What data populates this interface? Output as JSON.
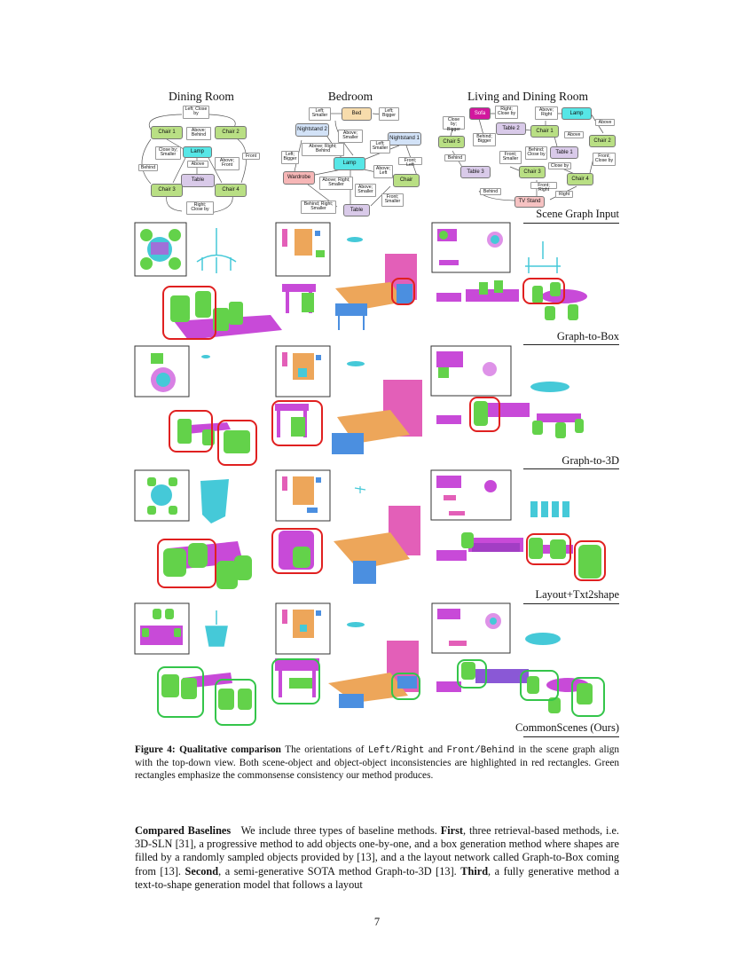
{
  "scene_graphs": {
    "dining": {
      "title": "Dining Room",
      "nodes": {
        "chair1": "Chair 1",
        "chair2": "Chair 2",
        "lamp": "Lamp",
        "table": "Table",
        "chair3": "Chair 3",
        "chair4": "Chair 4"
      },
      "edges": {
        "left_close": "Left; Close by",
        "above_behind": "Above; Behind",
        "close_smaller": "Close by; Smaller",
        "above": "Above",
        "above_front": "Above; Front",
        "front": "Front",
        "behind": "Behind",
        "right_close": "Right; Close by"
      }
    },
    "bedroom": {
      "title": "Bedroom",
      "nodes": {
        "bed": "Bed",
        "nightstand2": "Nightstand 2",
        "nightstand1": "Nightstand 1",
        "lamp": "Lamp",
        "wardrobe": "Wardrobe",
        "chair": "Chair",
        "table": "Table"
      },
      "edges": {
        "left_smaller": "Left; Smaller",
        "left_bigger_top": "Left; Bigger",
        "above_smaller": "Above; Smaller",
        "left_smaller2": "Left; Smaller",
        "above_right_behind": "Above; Right; Behind",
        "left_bigger": "Left; Bigger",
        "front_left": "Front; Left",
        "above_left": "Above; Left",
        "above_right_smaller": "Above; Right; Smaller",
        "above_smaller2": "Above; Smaller",
        "behind_right_smaller": "Behind; Right; Smaller",
        "front_smaller": "Front; Smaller"
      }
    },
    "living": {
      "title": "Living and Dining Room",
      "nodes": {
        "sofa": "Sofa",
        "lamp": "Lamp",
        "table2": "Table 2",
        "chair1": "Chair 1",
        "chair5": "Chair 5",
        "chair2": "Chair 2",
        "table1": "Table 1",
        "table3": "Table 3",
        "chair3": "Chair 3",
        "chair4": "Chair 4",
        "tvstand": "TV Stand"
      },
      "edges": {
        "right_close": "Right; Close by",
        "above_right": "Above; Right",
        "above1": "Above",
        "close_bigger": "Close by; Bigger",
        "behind_bigger": "Behind; Bigger",
        "above2": "Above",
        "behind": "Behind",
        "front_smaller": "Front; Smaller",
        "behind_close": "Behind; Close by",
        "front_close": "Front; Close by",
        "close_by": "Close by",
        "behind2": "Behind",
        "front_right": "Front; Right",
        "right": "Right"
      }
    }
  },
  "row_labels": {
    "scene_graph_input": "Scene Graph Input",
    "graph_to_box": "Graph-to-Box",
    "graph_to_3d": "Graph-to-3D",
    "layout_txt2shape": "Layout+Txt2shape",
    "commonscenes": "CommonScenes (Ours)"
  },
  "caption": {
    "label": "Figure 4:",
    "title": "Qualitative comparison",
    "t1": "The orientations of",
    "code1": "Left/Right",
    "t2": "and",
    "code2": "Front/Behind",
    "t3": "in the scene graph align with the top-down view. Both scene-object and object-object inconsistencies are highlighted in red rectangles. Green rectangles emphasize the commonsense consistency our method produces."
  },
  "paragraph": {
    "heading": "Compared Baselines",
    "p1": "We include three types of baseline methods.",
    "first": "First",
    "p2": ", three retrieval-based methods, i.e. 3D-SLN [31], a progressive method to add objects one-by-one, and a box generation method where shapes are filled by a randomly sampled objects provided by [13], and a the layout network called Graph-to-Box coming from [13].",
    "second": "Second",
    "p3": ", a semi-generative SOTA method Graph-to-3D [13].",
    "third": "Third",
    "p4": ", a fully generative method a text-to-shape generation model that follows a layout"
  },
  "page_number": "7",
  "colors": {
    "chair": "#a8d66b",
    "lamp": "#3fe0e0",
    "table": "#d8c8e8",
    "bed": "#f6d9a8",
    "nightstand": "#cfe0f6",
    "wardrobe": "#f4b0b0",
    "sofa": "#d2179e",
    "tvstand": "#f6c0c0",
    "magenta": "#c84ad8",
    "green3d": "#63d24a",
    "cyan3d": "#45c9d8",
    "orange3d": "#eda65a",
    "blue3d": "#4b8fe0",
    "pink3d": "#e35fb8",
    "red_box": "#e02020",
    "green_box": "#34c54a"
  }
}
